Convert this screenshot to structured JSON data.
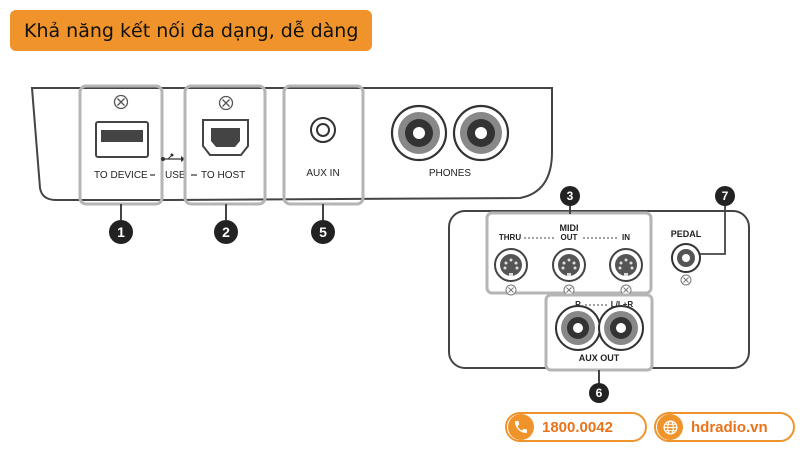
{
  "header": {
    "title": "Khả năng kết nối đa dạng, dễ dàng"
  },
  "panel_top": {
    "to_device": "TO DEVICE",
    "usb": "USB",
    "to_host": "TO HOST",
    "aux_in": "AUX IN",
    "phones": "PHONES"
  },
  "panel_bottom": {
    "midi": "MIDI",
    "thru": "THRU",
    "out": "OUT",
    "in": "IN",
    "pedal": "PEDAL",
    "r": "R",
    "l_lr": "L/L+R",
    "aux_out": "AUX OUT"
  },
  "callouts": [
    "1",
    "2",
    "5",
    "3",
    "7",
    "6"
  ],
  "contact": {
    "phone": "1800.0042",
    "website": "hdradio.vn",
    "phone_icon": "phone-icon",
    "website_icon": "globe-icon"
  },
  "colors": {
    "accent": "#f0932b",
    "accent_text": "#e8731a"
  }
}
